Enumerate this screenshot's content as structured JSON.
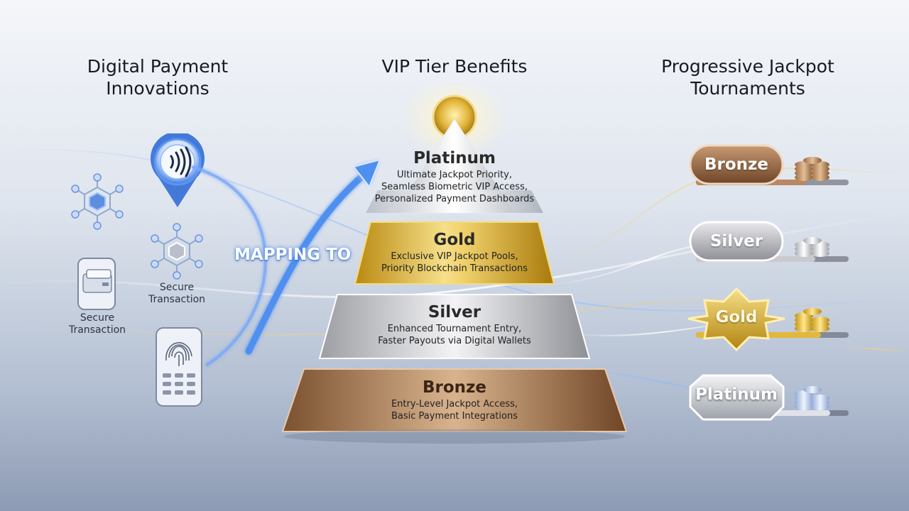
{
  "columns": {
    "left_title": [
      "Digital Payment",
      "Innovations"
    ],
    "center_title": "VIP Tier Benefits",
    "right_title": [
      "Progressive Jackpot",
      "Tournaments"
    ]
  },
  "mapping_label": "MAPPING TO",
  "payment_icons": [
    {
      "name": "nfc-pin-icon",
      "label": ""
    },
    {
      "name": "blockchain-network-icon",
      "label": ""
    },
    {
      "name": "blockchain-network-icon",
      "label": "Secure Transaction"
    },
    {
      "name": "mobile-wallet-icon",
      "label": "Secure Transaction"
    },
    {
      "name": "fingerprint-keypad-icon",
      "label": ""
    }
  ],
  "secure_label_a": [
    "Secure",
    "Transaction"
  ],
  "secure_label_b": [
    "Secure",
    "Transaction"
  ],
  "tiers": [
    {
      "name": "Platinum",
      "desc": [
        "Ultimate Jackpot Priority,",
        "Seamless Biometric VIP Access,",
        "Personalized Payment Dashboards"
      ]
    },
    {
      "name": "Gold",
      "desc": [
        "Exclusive VIP Jackpot Pools,",
        "Priority Blockchain Transactions"
      ]
    },
    {
      "name": "Silver",
      "desc": [
        "Enhanced Tournament Entry,",
        "Faster Payouts via Digital Wallets"
      ]
    },
    {
      "name": "Bronze",
      "desc": [
        "Entry-Level Jackpot Access,",
        "Basic Payment Integrations"
      ]
    }
  ],
  "badges": [
    {
      "label": "Bronze",
      "progress": 0.72
    },
    {
      "label": "Silver",
      "progress": 0.78
    },
    {
      "label": "Gold",
      "progress": 0.82
    },
    {
      "label": "Platinum",
      "progress": 0.88
    }
  ],
  "colors": {
    "bronze": "#8a5f3c",
    "silver": "#a9a9ab",
    "gold": "#c99a1c",
    "platinum": "#d0d2d6",
    "accent_blue": "#4f8ff0"
  }
}
